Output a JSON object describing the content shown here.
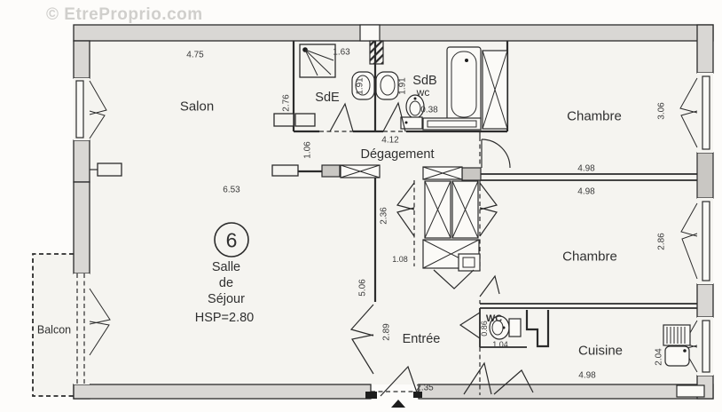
{
  "plan": {
    "watermark": "© EtreProprio.com",
    "rooms": {
      "salon": "Salon",
      "sde": "SdE",
      "sdb": "SdB",
      "sdb_wc": "wc",
      "chambre_top": "Chambre",
      "degagement": "Dégagement",
      "chambre_mid": "Chambre",
      "entree": "Entrée",
      "wc_cuisine": "WC",
      "cuisine": "Cuisine",
      "balcon": "Balcon"
    },
    "sejour": {
      "number": "6",
      "name_line1": "Salle",
      "name_line2": "de",
      "name_line3": "Séjour",
      "ceiling_height": "HSP=2.80"
    },
    "dimensions": {
      "salon_width": "4.75",
      "salon_depth": "2.76",
      "sde_shower_width": "1.63",
      "sde_sink_depth": "1.91",
      "sdb_sink_depth": "1.91",
      "sdb_toilet_offset": "0.38",
      "chambre_top_depth": "3.06",
      "chambre_top_width": "4.98",
      "degagement_length": "4.12",
      "degagement_width": "1.06",
      "sejour_width": "6.53",
      "closet_depth": "2.36",
      "chambre_mid_width": "4.98",
      "chambre_mid_depth": "2.86",
      "sejour_depth": "5.06",
      "corridor_width": "1.08",
      "entree_depth": "2.89",
      "entrance_width": "2.35",
      "wc_depth": "0.86",
      "wc_width": "1.04",
      "cuisine_width": "4.98",
      "cuisine_depth": "2.04"
    },
    "colors": {
      "paper": "#f5f4f0",
      "wall_fill": "#d9d7d4",
      "ink": "#2b2b2b",
      "watermark": "#bcbab7"
    }
  }
}
